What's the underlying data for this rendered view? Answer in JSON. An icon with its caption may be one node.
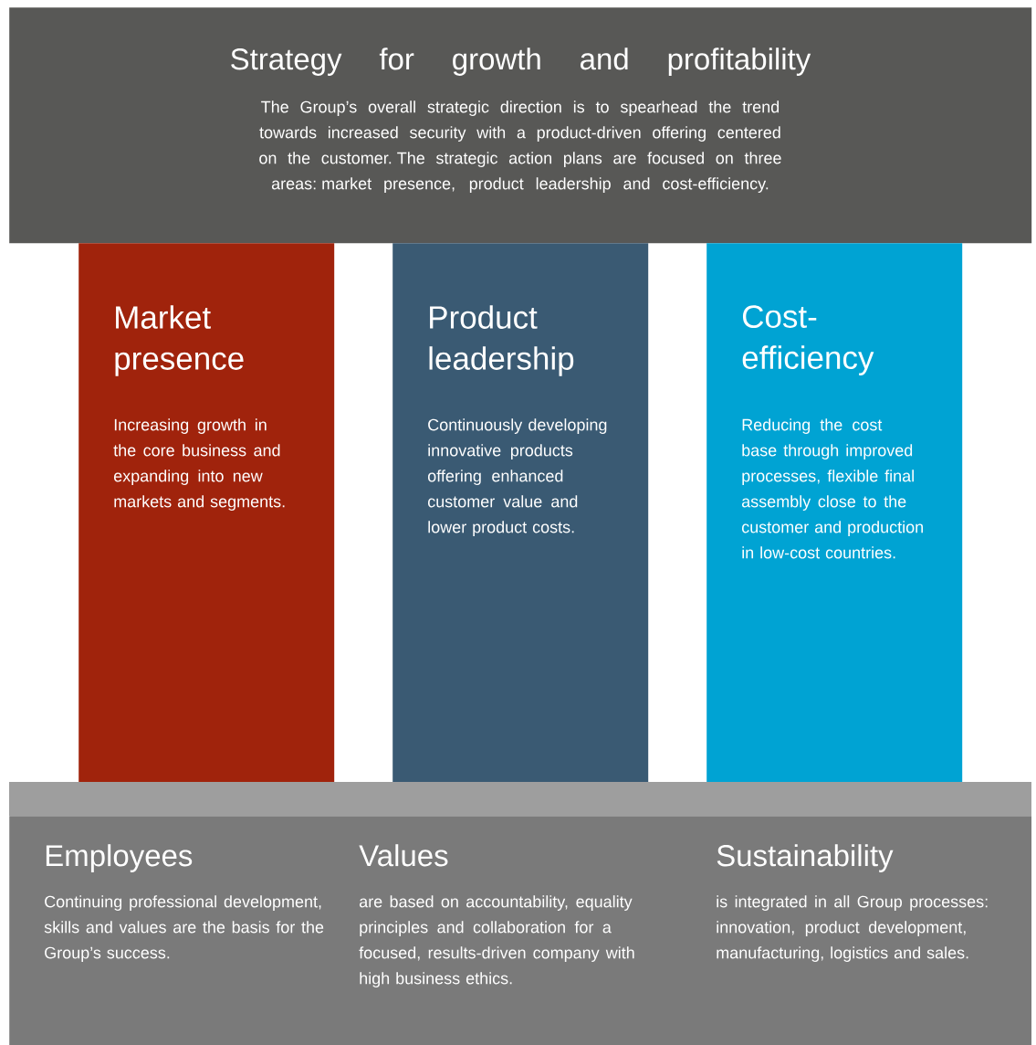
{
  "diagram": {
    "nodes": [
      {
        "text": [
          "Strategy for growth and profitability",
          "The Group’s overall strategic direction is to spearhead the trend towards increased security with a product-driven offering centered on the customer. The strategic action plans are focused on three areas: market presence, product leadership and cost-efficiency."
        ]
      },
      {
        "text": [
          "Market presence",
          "Increasing growth in the core business and expanding into new markets and segments."
        ]
      },
      {
        "text": [
          "Product leadership",
          "Continuously developing innovative products offering enhanced customer value and lower product costs."
        ]
      },
      {
        "text": [
          "Cost-efficiency",
          "Reducing the cost base through improved processes, flexible final assembly close to the customer and production in low-cost countries."
        ]
      },
      {
        "text": [
          "Employees",
          "Continuing professional development, skills and values are the basis for the Group’s success.",
          "Values",
          "are based on accountability, equality principles and collaboration for a focused, results-driven company with high business ethics.",
          "Sustainability",
          "is integrated in all Group processes: innovation, product development, manufacturing, logistics and sales."
        ]
      }
    ]
  }
}
